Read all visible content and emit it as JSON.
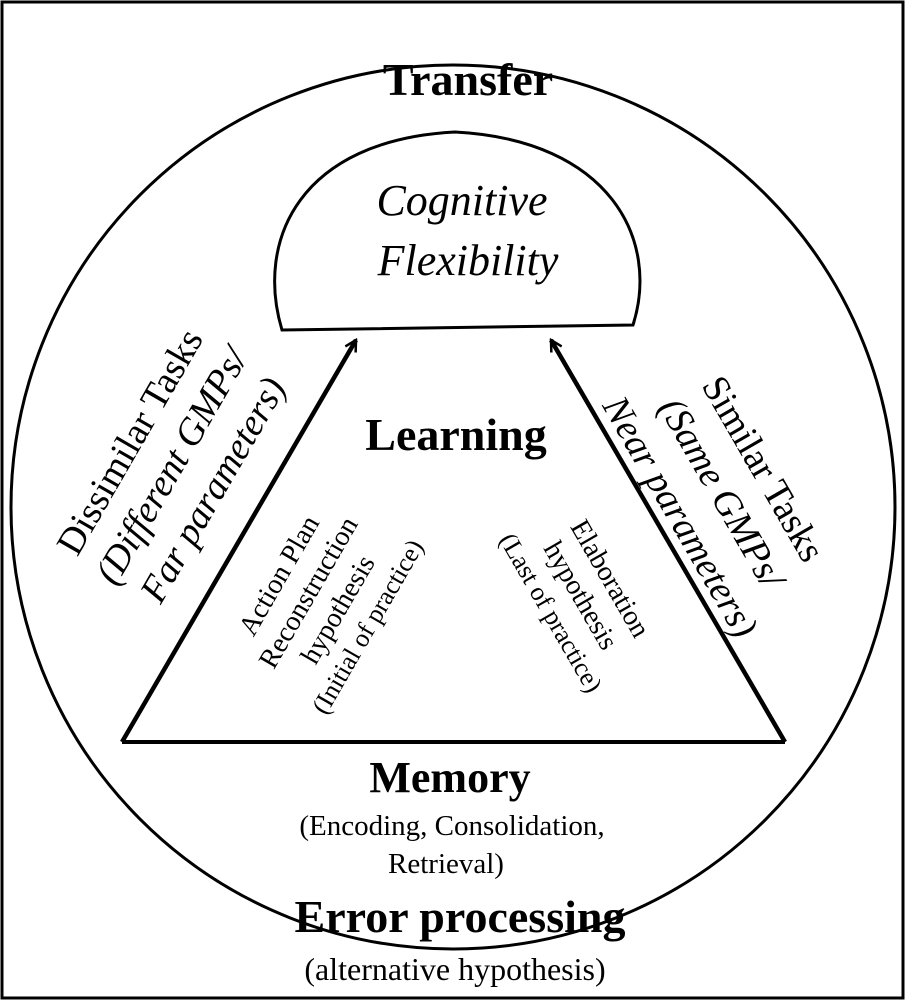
{
  "transfer": "Transfer",
  "cognitive_flexibility": {
    "line1": "Cognitive",
    "line2": "Flexibility"
  },
  "learning": "Learning",
  "dissimilar": {
    "line1": "Dissimilar Tasks",
    "line2": "(Different GMPs/",
    "line3": "Far parameters)"
  },
  "similar": {
    "line1": "Similar Tasks",
    "line2": "(Same GMPs/",
    "line3": "Near parameters)"
  },
  "action_plan": {
    "line1": "Action Plan",
    "line2": "Reconstruction",
    "line3": "hypothesis",
    "line4": "(Initial of practice)"
  },
  "elaboration": {
    "line1": "Elaboration",
    "line2": "hypothesis",
    "line3": "(Last of practice)"
  },
  "memory": {
    "title": "Memory",
    "line1": "(Encoding, Consolidation,",
    "line2": "Retrieval)"
  },
  "error_processing": {
    "title": "Error processing",
    "subtitle": "(alternative hypothesis)"
  }
}
